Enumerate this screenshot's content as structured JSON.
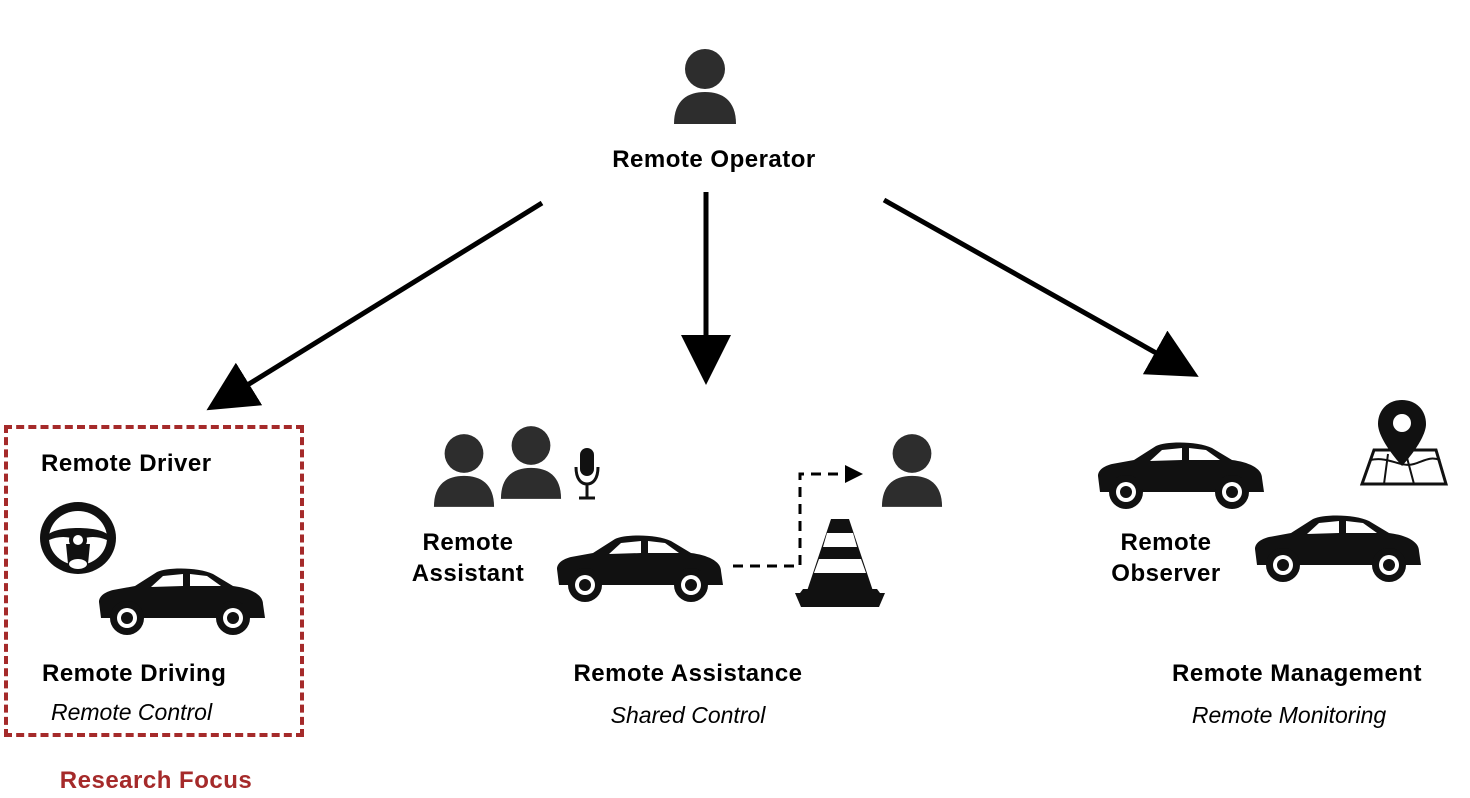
{
  "root": {
    "label": "Remote Operator",
    "icon": "person-icon"
  },
  "modes": [
    {
      "actor": "Remote Driver",
      "mode": "Remote Driving",
      "control": "Remote Control",
      "icons": [
        "steering-wheel-icon",
        "car-icon"
      ]
    },
    {
      "actor_line1": "Remote",
      "actor_line2": "Assistant",
      "mode": "Remote Assistance",
      "control": "Shared Control",
      "icons": [
        "person-icon",
        "person-icon",
        "microphone-icon",
        "car-icon",
        "traffic-cone-icon",
        "person-icon"
      ]
    },
    {
      "actor_line1": "Remote",
      "actor_line2": "Observer",
      "mode": "Remote Management",
      "control": "Remote Monitoring",
      "icons": [
        "car-icon",
        "car-icon",
        "map-pin-icon"
      ]
    }
  ],
  "focus": {
    "label": "Research Focus",
    "color": "#a52a2a"
  },
  "colors": {
    "icon": "#2d2d2d",
    "arrow": "#000000"
  }
}
